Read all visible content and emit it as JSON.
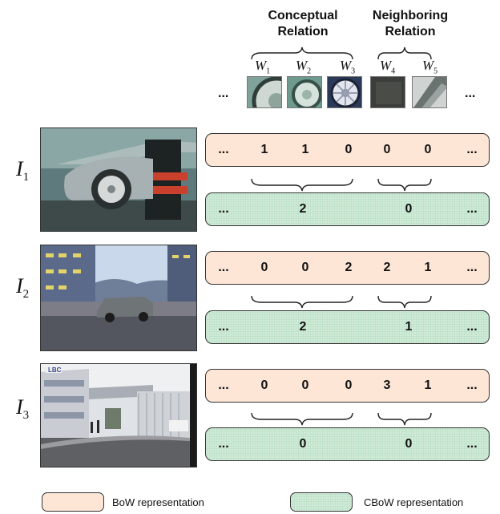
{
  "headers": {
    "conceptual": "Conceptual Relation",
    "neighboring": "Neighboring Relation"
  },
  "words": [
    {
      "base": "W",
      "sub": "1"
    },
    {
      "base": "W",
      "sub": "2"
    },
    {
      "base": "W",
      "sub": "3"
    },
    {
      "base": "W",
      "sub": "4"
    },
    {
      "base": "W",
      "sub": "5"
    }
  ],
  "ellipsis": "...",
  "rows": [
    {
      "image_label": {
        "base": "I",
        "sub": "1"
      },
      "bow": [
        "1",
        "1",
        "0",
        "0",
        "0"
      ],
      "cbow": [
        "2",
        "0"
      ]
    },
    {
      "image_label": {
        "base": "I",
        "sub": "2"
      },
      "bow": [
        "0",
        "0",
        "2",
        "2",
        "1"
      ],
      "cbow": [
        "2",
        "1"
      ]
    },
    {
      "image_label": {
        "base": "I",
        "sub": "3"
      },
      "bow": [
        "0",
        "0",
        "0",
        "3",
        "1"
      ],
      "cbow": [
        "0",
        "0"
      ]
    }
  ],
  "legend": {
    "bow": "BoW representation",
    "cbow": "CBoW representation"
  },
  "photo_texts": {
    "lbc": "LBC"
  },
  "colors": {
    "bow_fill": "#fde6d6",
    "cbow_fill": "#d0ecd8",
    "outline": "#333333"
  }
}
